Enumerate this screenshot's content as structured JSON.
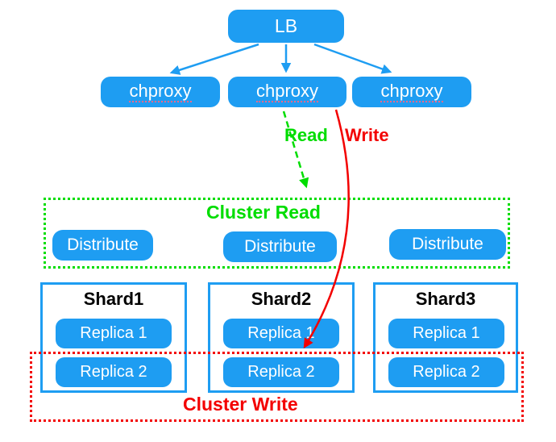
{
  "diagram": {
    "lb": {
      "label": "LB"
    },
    "chproxies": [
      {
        "label": "chproxy"
      },
      {
        "label": "chproxy"
      },
      {
        "label": "chproxy"
      }
    ],
    "flow_labels": {
      "read": "Read",
      "write": "Write"
    },
    "cluster_read": {
      "title": "Cluster Read",
      "distributes": [
        {
          "label": "Distribute"
        },
        {
          "label": "Distribute"
        },
        {
          "label": "Distribute"
        }
      ]
    },
    "shards": [
      {
        "title": "Shard1",
        "replicas": [
          {
            "label": "Replica 1"
          },
          {
            "label": "Replica 2"
          }
        ]
      },
      {
        "title": "Shard2",
        "replicas": [
          {
            "label": "Replica 1"
          },
          {
            "label": "Replica 2"
          }
        ]
      },
      {
        "title": "Shard3",
        "replicas": [
          {
            "label": "Replica 1"
          },
          {
            "label": "Replica 2"
          }
        ]
      }
    ],
    "cluster_write": {
      "title": "Cluster Write"
    },
    "colors": {
      "node_blue": "#1e9df2",
      "read_green": "#00dd00",
      "write_red": "#f30000"
    }
  }
}
